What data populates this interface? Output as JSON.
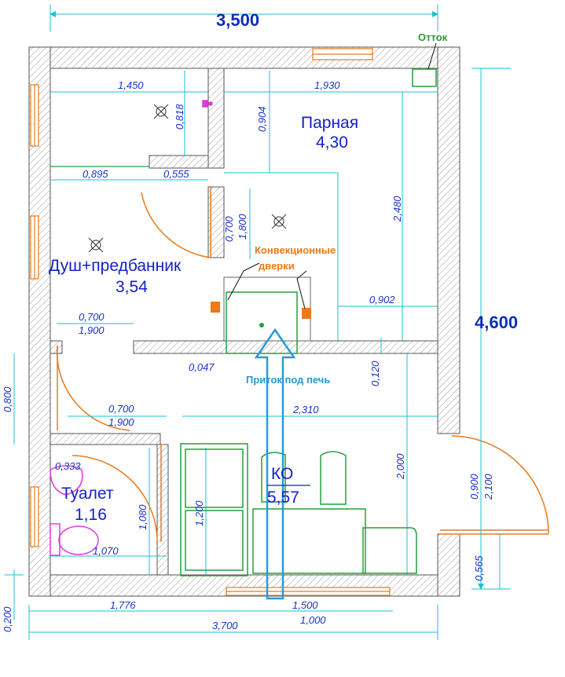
{
  "dimensions": {
    "top_total": "3,500",
    "right_total": "4,600",
    "d_1450": "1,450",
    "d_1930": "1,930",
    "d_0818": "0,818",
    "d_0904": "0,904",
    "d_0895": "0,895",
    "d_0555": "0,555",
    "d_0700a": "0,700",
    "d_1800": "1,800",
    "d_2480": "2,480",
    "d_0902": "0,902",
    "d_0700b": "0,700",
    "d_1900b": "1,900",
    "d_0047": "0,047",
    "d_0120": "0,120",
    "d_0800": "0,800",
    "d_0700c": "0,700",
    "d_1900c": "1,900",
    "d_2310": "2,310",
    "d_0333": "0,333",
    "d_1080": "1,080",
    "d_1200": "1,200",
    "d_2000": "2,000",
    "d_0900": "0,900",
    "d_2100": "2,100",
    "d_1070": "1,070",
    "d_0565": "0,565",
    "d_0200": "0,200",
    "d_1776": "1,776",
    "d_1500": "1,500",
    "d_1000": "1,000",
    "d_3700": "3,700"
  },
  "rooms": {
    "steam_name": "Парная",
    "steam_area": "4,30",
    "shower_name": "Душ+предбанник",
    "shower_area": "3,54",
    "toilet_name": "Туалет",
    "toilet_area": "1,16",
    "ko_name": "КО",
    "ko_area": "5,57"
  },
  "notes": {
    "exhaust": "Отток",
    "convection_1": "Конвекционные",
    "convection_2": "дверки",
    "inflow": "Приток под печь"
  },
  "colors": {
    "dimension_text": "#1a33cc",
    "dimension_lines": "#17c3d6",
    "door_arcs": "#e77a1d",
    "furniture": "#22a03a",
    "plumbing": "#e23ad6",
    "inflow_arrow": "#2a9ad8"
  }
}
